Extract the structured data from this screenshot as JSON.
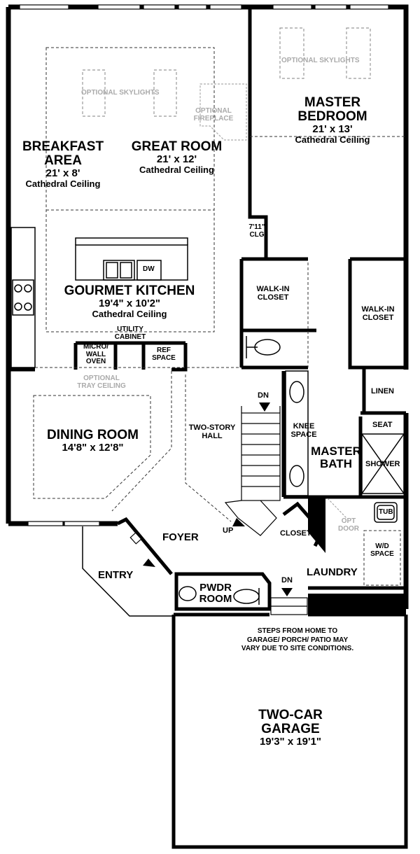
{
  "rooms": {
    "breakfast": {
      "name1": "BREAKFAST",
      "name2": "AREA",
      "dim": "21' x 8'",
      "note": "Cathedral Ceiling"
    },
    "great_room": {
      "name": "GREAT ROOM",
      "dim": "21' x 12'",
      "note": "Cathedral Ceiling"
    },
    "master_bedroom": {
      "name1": "MASTER",
      "name2": "BEDROOM",
      "dim": "21' x 13'",
      "note": "Cathedral Ceiling"
    },
    "kitchen": {
      "name": "GOURMET KITCHEN",
      "dim": "19'4\" x 10'2\"",
      "note": "Cathedral Ceiling"
    },
    "dining": {
      "name": "DINING ROOM",
      "dim": "14'8\" x 12'8\""
    },
    "garage": {
      "name1": "TWO-CAR",
      "name2": "GARAGE",
      "dim": "19'3\" x 19'1\""
    },
    "foyer": "FOYER",
    "entry": "ENTRY",
    "laundry": "LAUNDRY",
    "master_bath1": "MASTER",
    "master_bath2": "BATH",
    "pwdr1": "PWDR",
    "pwdr2": "ROOM"
  },
  "labels": {
    "skylights_left": "OPTIONAL SKYLIGHTS",
    "skylights_right": "OPTIONAL SKYLIGHTS",
    "fireplace1": "OPTIONAL",
    "fireplace2": "FIREPLACE",
    "clg1": "7'11\"",
    "clg2": "CLG",
    "walkin1_a": "WALK-IN",
    "walkin1_b": "CLOSET",
    "walkin2_a": "WALK-IN",
    "walkin2_b": "CLOSET",
    "dw": "DW",
    "utility1": "UTILITY",
    "utility2": "CABINET",
    "micro1": "MICRO/",
    "micro2": "WALL",
    "micro3": "OVEN",
    "ref1": "REF",
    "ref2": "SPACE",
    "tray1": "OPTIONAL",
    "tray2": "TRAY CEILING",
    "linen": "LINEN",
    "seat": "SEAT",
    "shower": "SHOWER",
    "two_story1": "TWO-STORY",
    "two_story2": "HALL",
    "knee1": "KNEE",
    "knee2": "SPACE",
    "dn_top": "DN",
    "dn_bottom": "DN",
    "up": "UP",
    "closet": "CLOSET",
    "tub": "TUB",
    "opt_door1": "OPT",
    "opt_door2": "DOOR",
    "wd1": "W/D",
    "wd2": "SPACE",
    "steps_note1": "STEPS FROM HOME TO",
    "steps_note2": "GARAGE/ PORCH/ PATIO MAY",
    "steps_note3": "VARY DUE TO SITE CONDITIONS."
  }
}
